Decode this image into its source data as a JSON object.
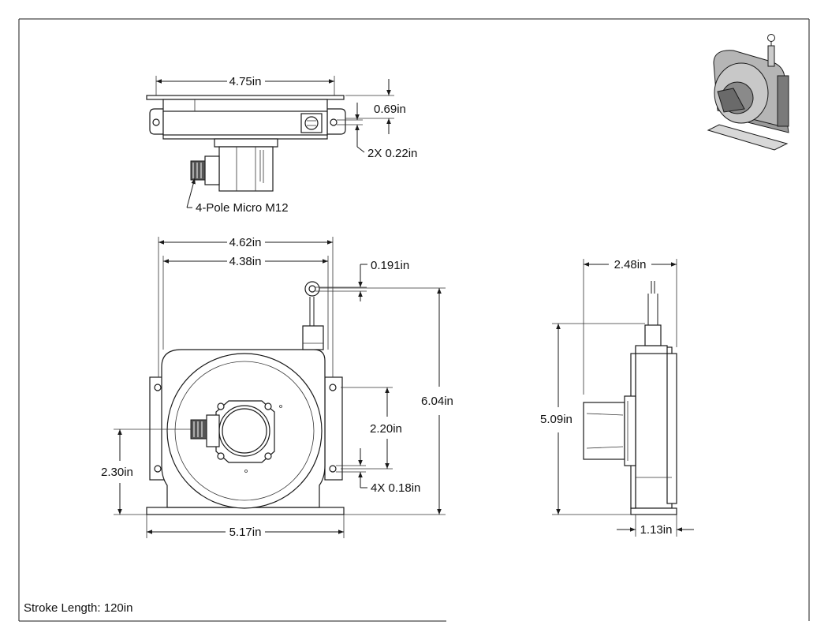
{
  "dimensions": {
    "top_width": "4.75in",
    "top_height": "0.69in",
    "top_hole": "2X 0.22in",
    "connector": "4-Pole Micro M12",
    "front_outer_width": "4.62in",
    "front_inner_width": "4.38in",
    "eyelet": "0.191in",
    "front_height": "6.04in",
    "hole_spacing": "2.20in",
    "hole_dia": "4X 0.18in",
    "connector_height": "2.30in",
    "base_width": "5.17in",
    "side_width": "2.48in",
    "side_height": "5.09in",
    "side_base": "1.13in"
  },
  "footer": {
    "stroke_length": "Stroke Length: 120in"
  },
  "colors": {
    "line": "#1a1a1a",
    "shade": "#d8d8d8",
    "dark": "#555555"
  }
}
